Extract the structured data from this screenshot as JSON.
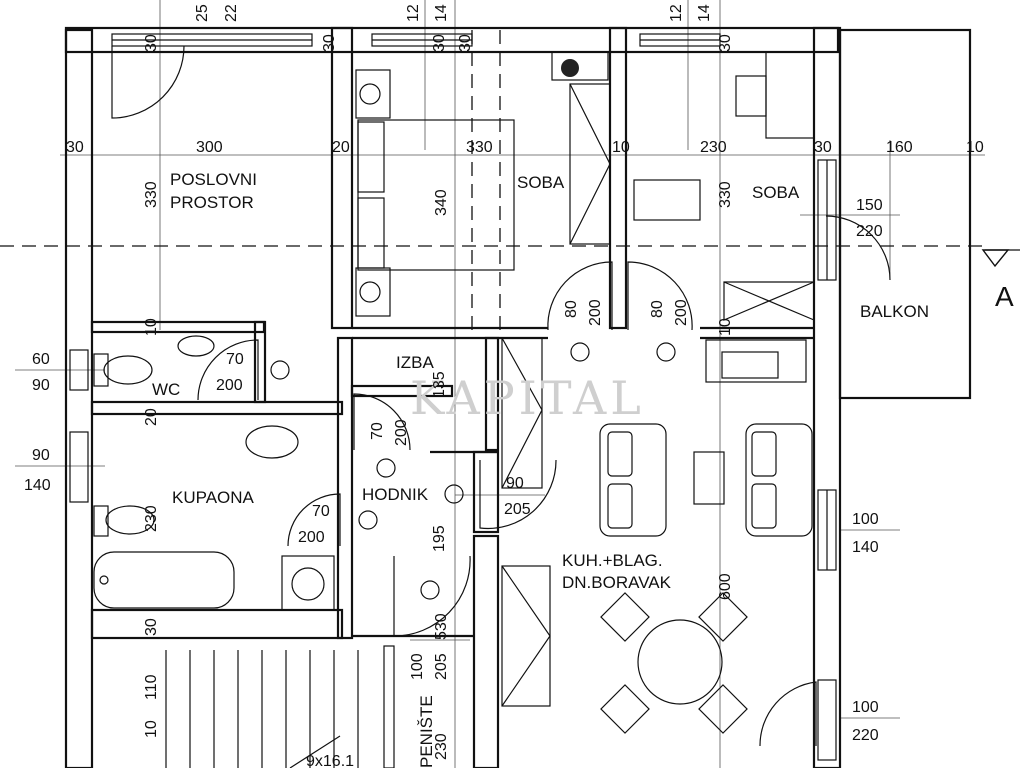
{
  "rooms": {
    "poslovni_line1": "POSLOVNI",
    "poslovni_line2": "PROSTOR",
    "soba1": "SOBA",
    "soba2": "SOBA",
    "balkon": "BALKON",
    "wc": "WC",
    "izba": "IZBA",
    "kupaona": "KUPAONA",
    "hodnik": "HODNIK",
    "kuhinja_line1": "KUH.+BLAG.",
    "kuhinja_line2": "DN.BORAVAK",
    "stepeniste": "PENIŠTE"
  },
  "section_marker": "A",
  "watermark": "KAPITAL",
  "dimensions": {
    "top_25": "25",
    "top_22": "22",
    "top_12a": "12",
    "top_14a": "14",
    "top_12b": "12",
    "top_14b": "14",
    "top_30a": "30",
    "top_30b": "30",
    "top_30c": "30",
    "top_30d": "30",
    "top_30e": "30",
    "row_30_left": "30",
    "row_300": "300",
    "row_20": "20",
    "row_330": "330",
    "row_10a": "10",
    "row_230": "230",
    "row_30_right": "30",
    "row_160": "160",
    "row_10b": "10",
    "v_330_poslovni": "330",
    "v_340": "340",
    "v_330_soba": "330",
    "w_150": "150",
    "w_220": "220",
    "d80_a": "80",
    "d200_a": "200",
    "d80_b": "80",
    "d200_b": "200",
    "v10_a": "10",
    "v10_b": "10",
    "w60": "60",
    "w90": "90",
    "d70_wc": "70",
    "d200_wc": "200",
    "v135": "135",
    "d70_izba": "70",
    "d200_izba": "200",
    "v20": "20",
    "w90_k": "90",
    "w140_k": "140",
    "d90_h": "90",
    "d205_h": "205",
    "v230_k": "230",
    "d70_k": "70",
    "d200_k": "200",
    "v195": "195",
    "v600": "600",
    "w100_a": "100",
    "w140_a": "140",
    "v30_bottom": "30",
    "v530": "530",
    "d100_e": "100",
    "d205_e": "205",
    "v110": "110",
    "v10_st": "10",
    "v230_st": "230",
    "w100_b": "100",
    "w220_b": "220",
    "stair_note": "9x16.1"
  }
}
